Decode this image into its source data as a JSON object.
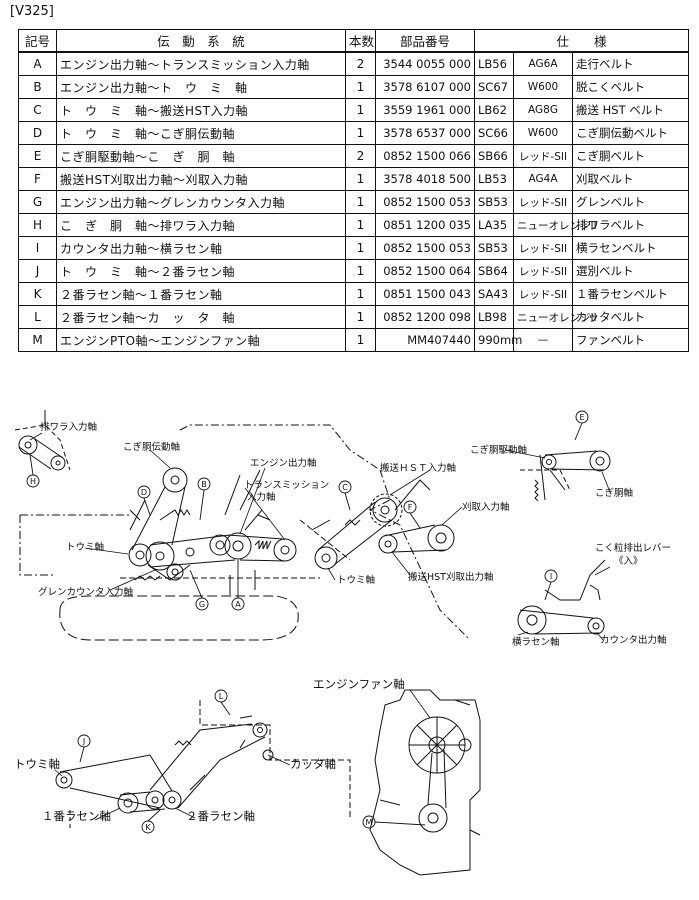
{
  "model": "[V325]",
  "table": {
    "headers": {
      "code": "記号",
      "system": "伝　動　系　統",
      "qty": "本数",
      "part_no": "部品番号",
      "spec": "仕　　様"
    },
    "rows": [
      {
        "code": "A",
        "system": "エンジン出力軸〜トランスミッション入力軸",
        "qty": "2",
        "part_no": "3544 0055 000",
        "spec1": "LB56",
        "spec2": "AG6A",
        "spec3": "走行ベルト"
      },
      {
        "code": "B",
        "system": "エンジン出力軸〜ト　ウ　ミ　軸",
        "qty": "1",
        "part_no": "3578 6107 000",
        "spec1": "SC67",
        "spec2": "W600",
        "spec3": "脱こくベルト"
      },
      {
        "code": "C",
        "system": "ト　ウ　ミ　軸〜搬送HST入力軸",
        "qty": "1",
        "part_no": "3559 1961 000",
        "spec1": "LB62",
        "spec2": "AG8G",
        "spec3": "搬送 HST ベルト"
      },
      {
        "code": "D",
        "system": "ト　ウ　ミ　軸〜こぎ胴伝動軸",
        "qty": "1",
        "part_no": "3578 6537 000",
        "spec1": "SC66",
        "spec2": "W600",
        "spec3": "こぎ胴伝動ベルト"
      },
      {
        "code": "E",
        "system": "こぎ胴駆動軸〜こ　ぎ　胴　軸",
        "qty": "2",
        "part_no": "0852 1500 066",
        "spec1": "SB66",
        "spec2": "レッド-SII",
        "spec3": "こぎ胴ベルト"
      },
      {
        "code": "F",
        "system": "搬送HST刈取出力軸〜刈取入力軸",
        "qty": "1",
        "part_no": "3578 4018 500",
        "spec1": "LB53",
        "spec2": "AG4A",
        "spec3": "刈取ベルト"
      },
      {
        "code": "G",
        "system": "エンジン出力軸〜グレンカウンタ入力軸",
        "qty": "1",
        "part_no": "0852 1500 053",
        "spec1": "SB53",
        "spec2": "レッド-SII",
        "spec3": "グレンベルト"
      },
      {
        "code": "H",
        "system": "こ　ぎ　胴　軸〜排ワラ入力軸",
        "qty": "1",
        "part_no": "0851 1200 035",
        "spec1": "LA35",
        "spec2": "ニューオレンジII",
        "spec3": "排ワラベルト"
      },
      {
        "code": "I",
        "system": "カウンタ出力軸〜横ラセン軸",
        "qty": "1",
        "part_no": "0852 1500 053",
        "spec1": "SB53",
        "spec2": "レッド-SII",
        "spec3": "横ラセンベルト"
      },
      {
        "code": "J",
        "system": "ト　ウ　ミ　軸〜２番ラセン軸",
        "qty": "1",
        "part_no": "0852 1500 064",
        "spec1": "SB64",
        "spec2": "レッド-SII",
        "spec3": "選別ベルト"
      },
      {
        "code": "K",
        "system": "２番ラセン軸〜１番ラセン軸",
        "qty": "1",
        "part_no": "0851 1500 043",
        "spec1": "SA43",
        "spec2": "レッド-SII",
        "spec3": "１番ラセンベルト"
      },
      {
        "code": "L",
        "system": "２番ラセン軸〜カ　ッ　タ　軸",
        "qty": "1",
        "part_no": "0852 1200 098",
        "spec1": "LB98",
        "spec2": "ニューオレンジII",
        "spec3": "カッタベルト"
      },
      {
        "code": "M",
        "system": "エンジンPTO軸〜エンジンファン軸",
        "qty": "1",
        "part_no": "MM407440",
        "spec1": "990mm",
        "spec2": "—",
        "spec3": "ファンベルト"
      }
    ]
  },
  "diagram": {
    "labels": {
      "haiwara": "排ワラ入力軸",
      "kogidou_dendou": "こぎ胴伝動軸",
      "engine_out": "エンジン出力軸",
      "trans_in_1": "トランスミッション",
      "trans_in_2": "入力軸",
      "toumi_main": "トウミ軸",
      "grain_counter": "グレンカウンタ入力軸",
      "hansou_hst_in": "搬送ＨＳＴ入力軸",
      "kariti_in": "刈取入力軸",
      "toumi_c": "トウミ軸",
      "hansou_hst_out": "搬送HST刈取出力軸",
      "kogidou_kudou": "こぎ胴駆動軸",
      "kogidou": "こぎ胴軸",
      "lever_1": "こく粒排出レバー",
      "lever_2": "《入》",
      "yokorasen": "横ラセン軸",
      "counter_out": "カウンタ出力軸",
      "engine_fan": "エンジンファン軸",
      "toumi_j": "トウミ軸",
      "cutter": "カッタ軸",
      "rasen1": "１番ラセン軸",
      "rasen2": "２番ラセン軸"
    },
    "callouts": [
      "A",
      "B",
      "C",
      "D",
      "E",
      "F",
      "G",
      "H",
      "I",
      "J",
      "K",
      "L",
      "M"
    ]
  }
}
